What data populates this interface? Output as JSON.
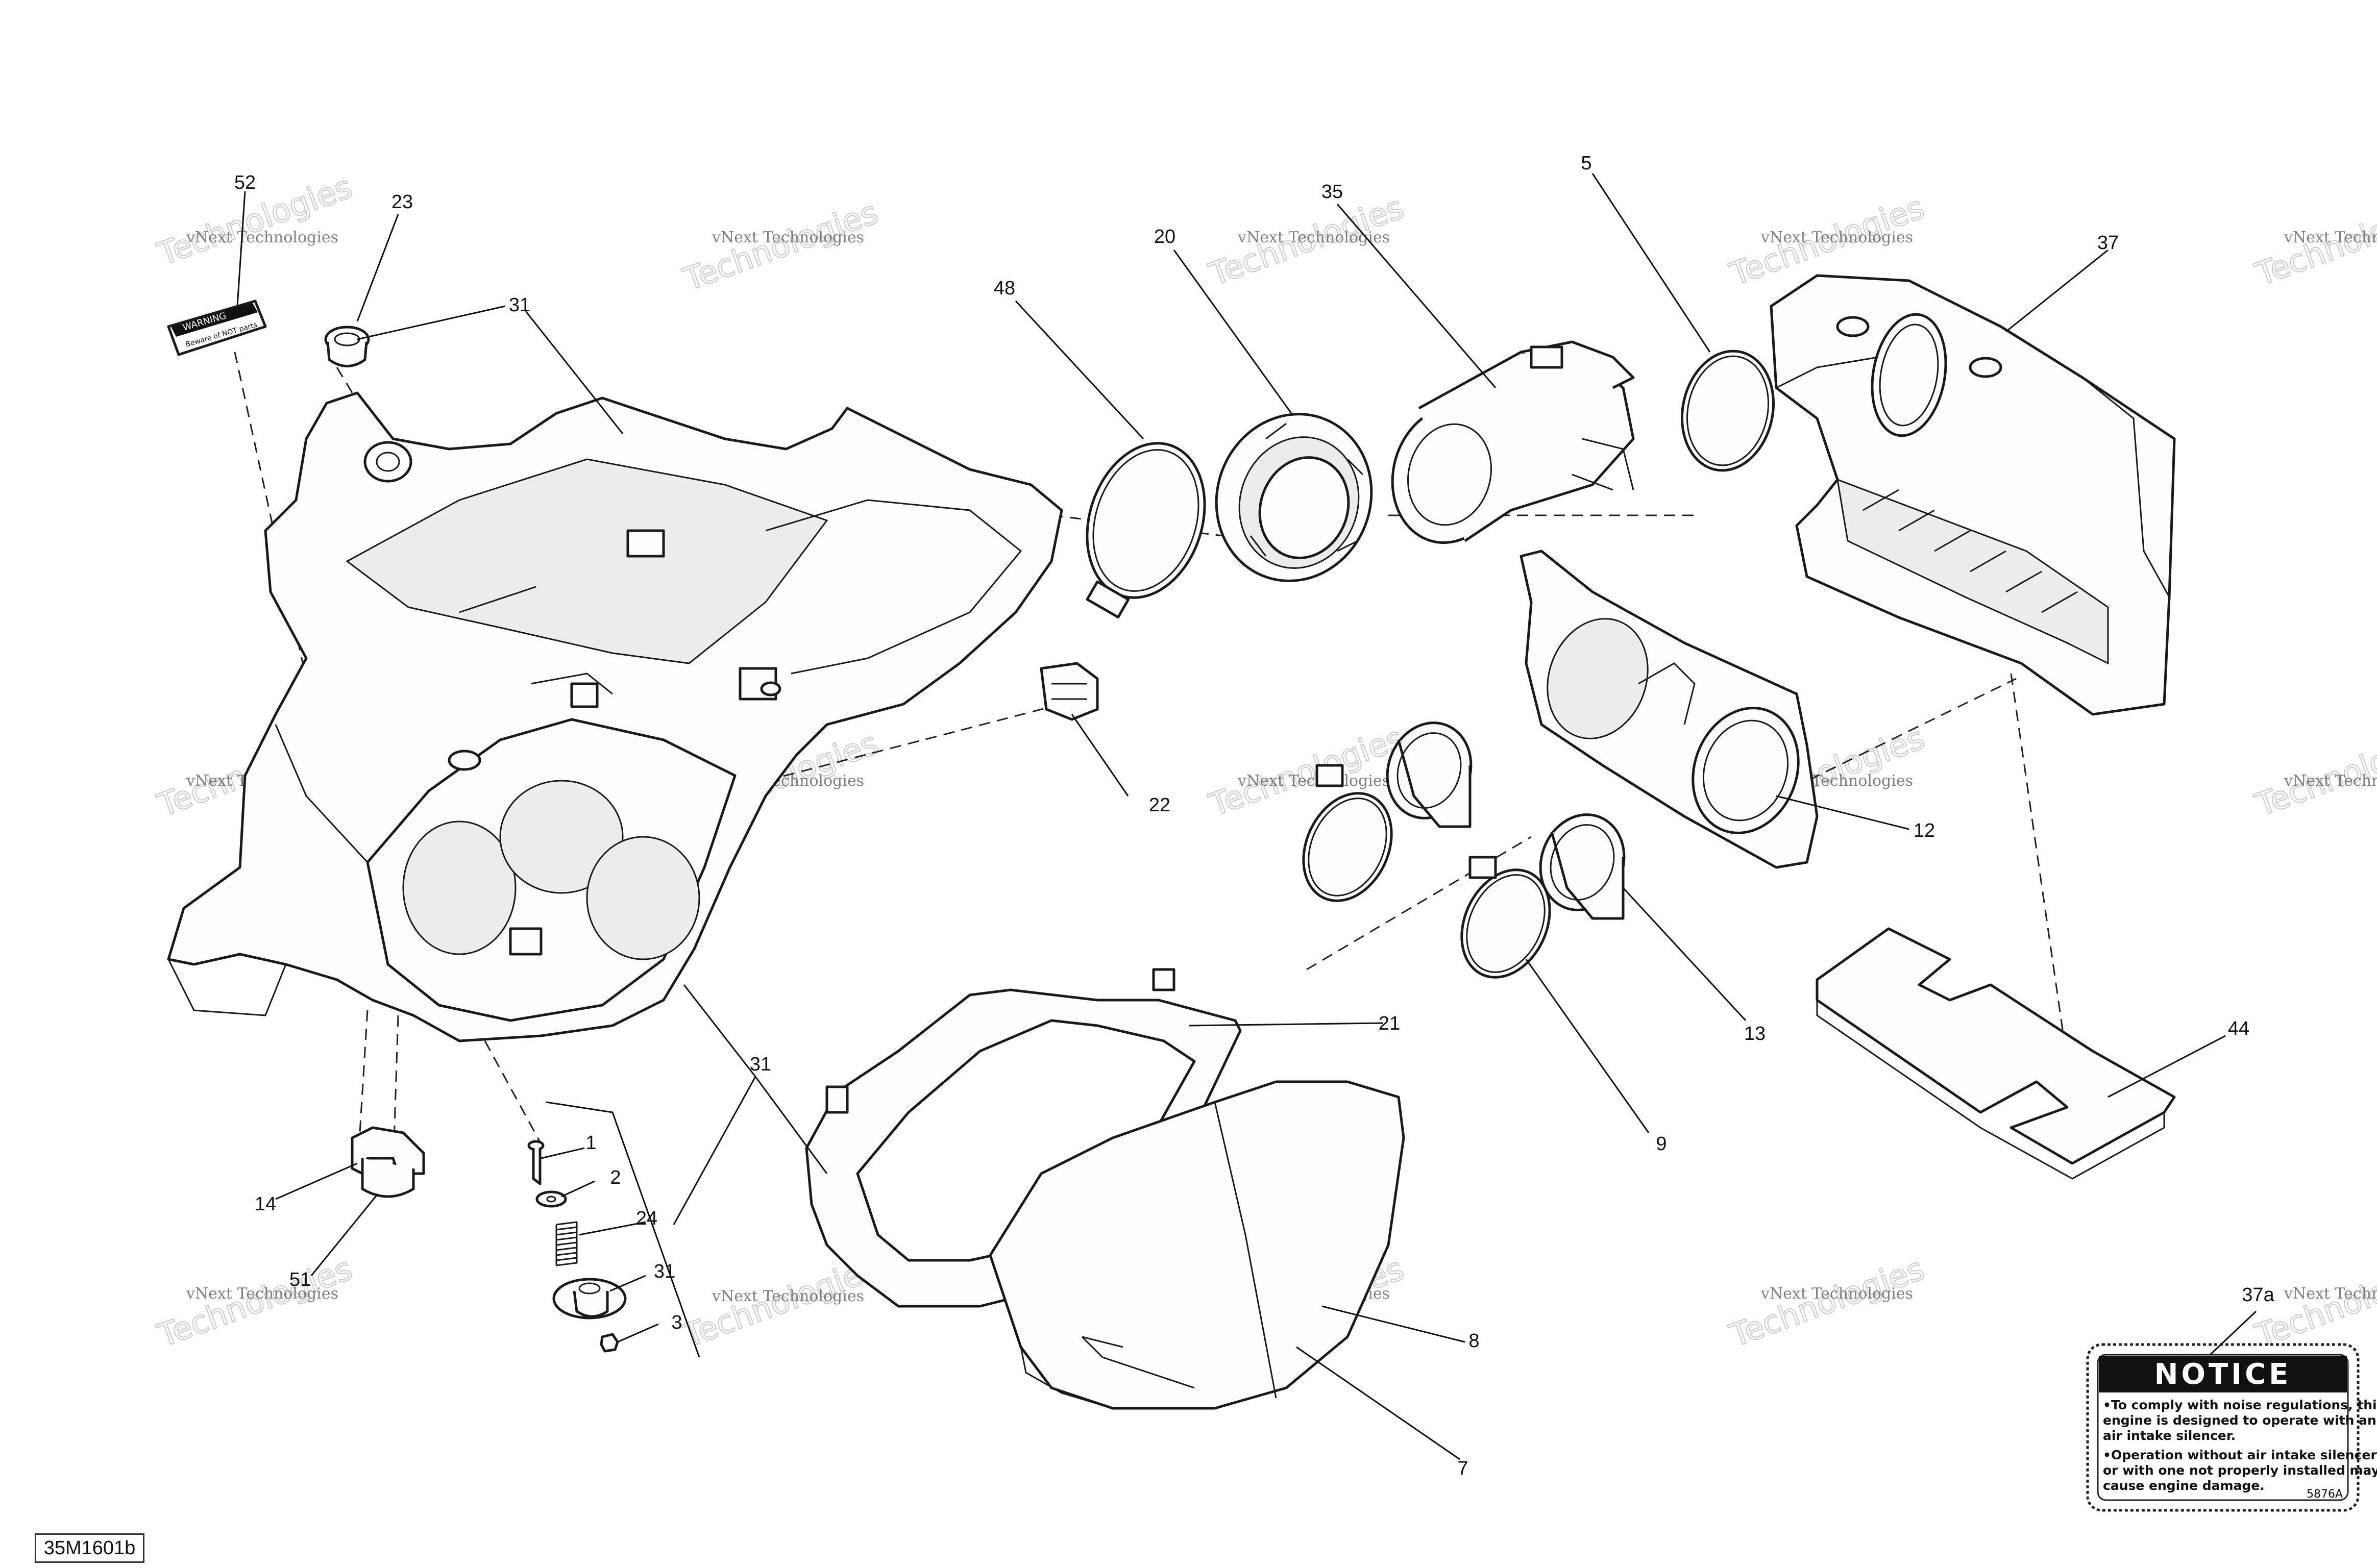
{
  "diagram_reference": "35M1601b",
  "callouts": {
    "c52": "52",
    "c23": "23",
    "c31a": "31",
    "c48": "48",
    "c20": "20",
    "c35": "35",
    "c5": "5",
    "c37": "37",
    "c22": "22",
    "c12": "12",
    "c13": "13",
    "c9": "9",
    "c44": "44",
    "c21": "21",
    "c31b": "31",
    "c14": "14",
    "c51": "51",
    "c1": "1",
    "c2": "2",
    "c24": "24",
    "c31c": "31",
    "c3": "3",
    "c8": "8",
    "c7": "7",
    "c37a": "37a"
  },
  "watermark": {
    "small": "vNext Technologies",
    "large_line1": "vNext",
    "large_line2": "Technologies"
  },
  "notice_decal": {
    "title": "NOTICE",
    "line1": "•To comply with noise regulations, this",
    "line2": "engine is designed to operate with an",
    "line3": "air intake silencer.",
    "line4": "•Operation without air intake silencer",
    "line5": "or with one not properly installed may",
    "line6": "cause engine damage.",
    "code": "5876A"
  },
  "warning_label": {
    "line1": "WARNING",
    "line2": "Beware of NOT parts"
  }
}
